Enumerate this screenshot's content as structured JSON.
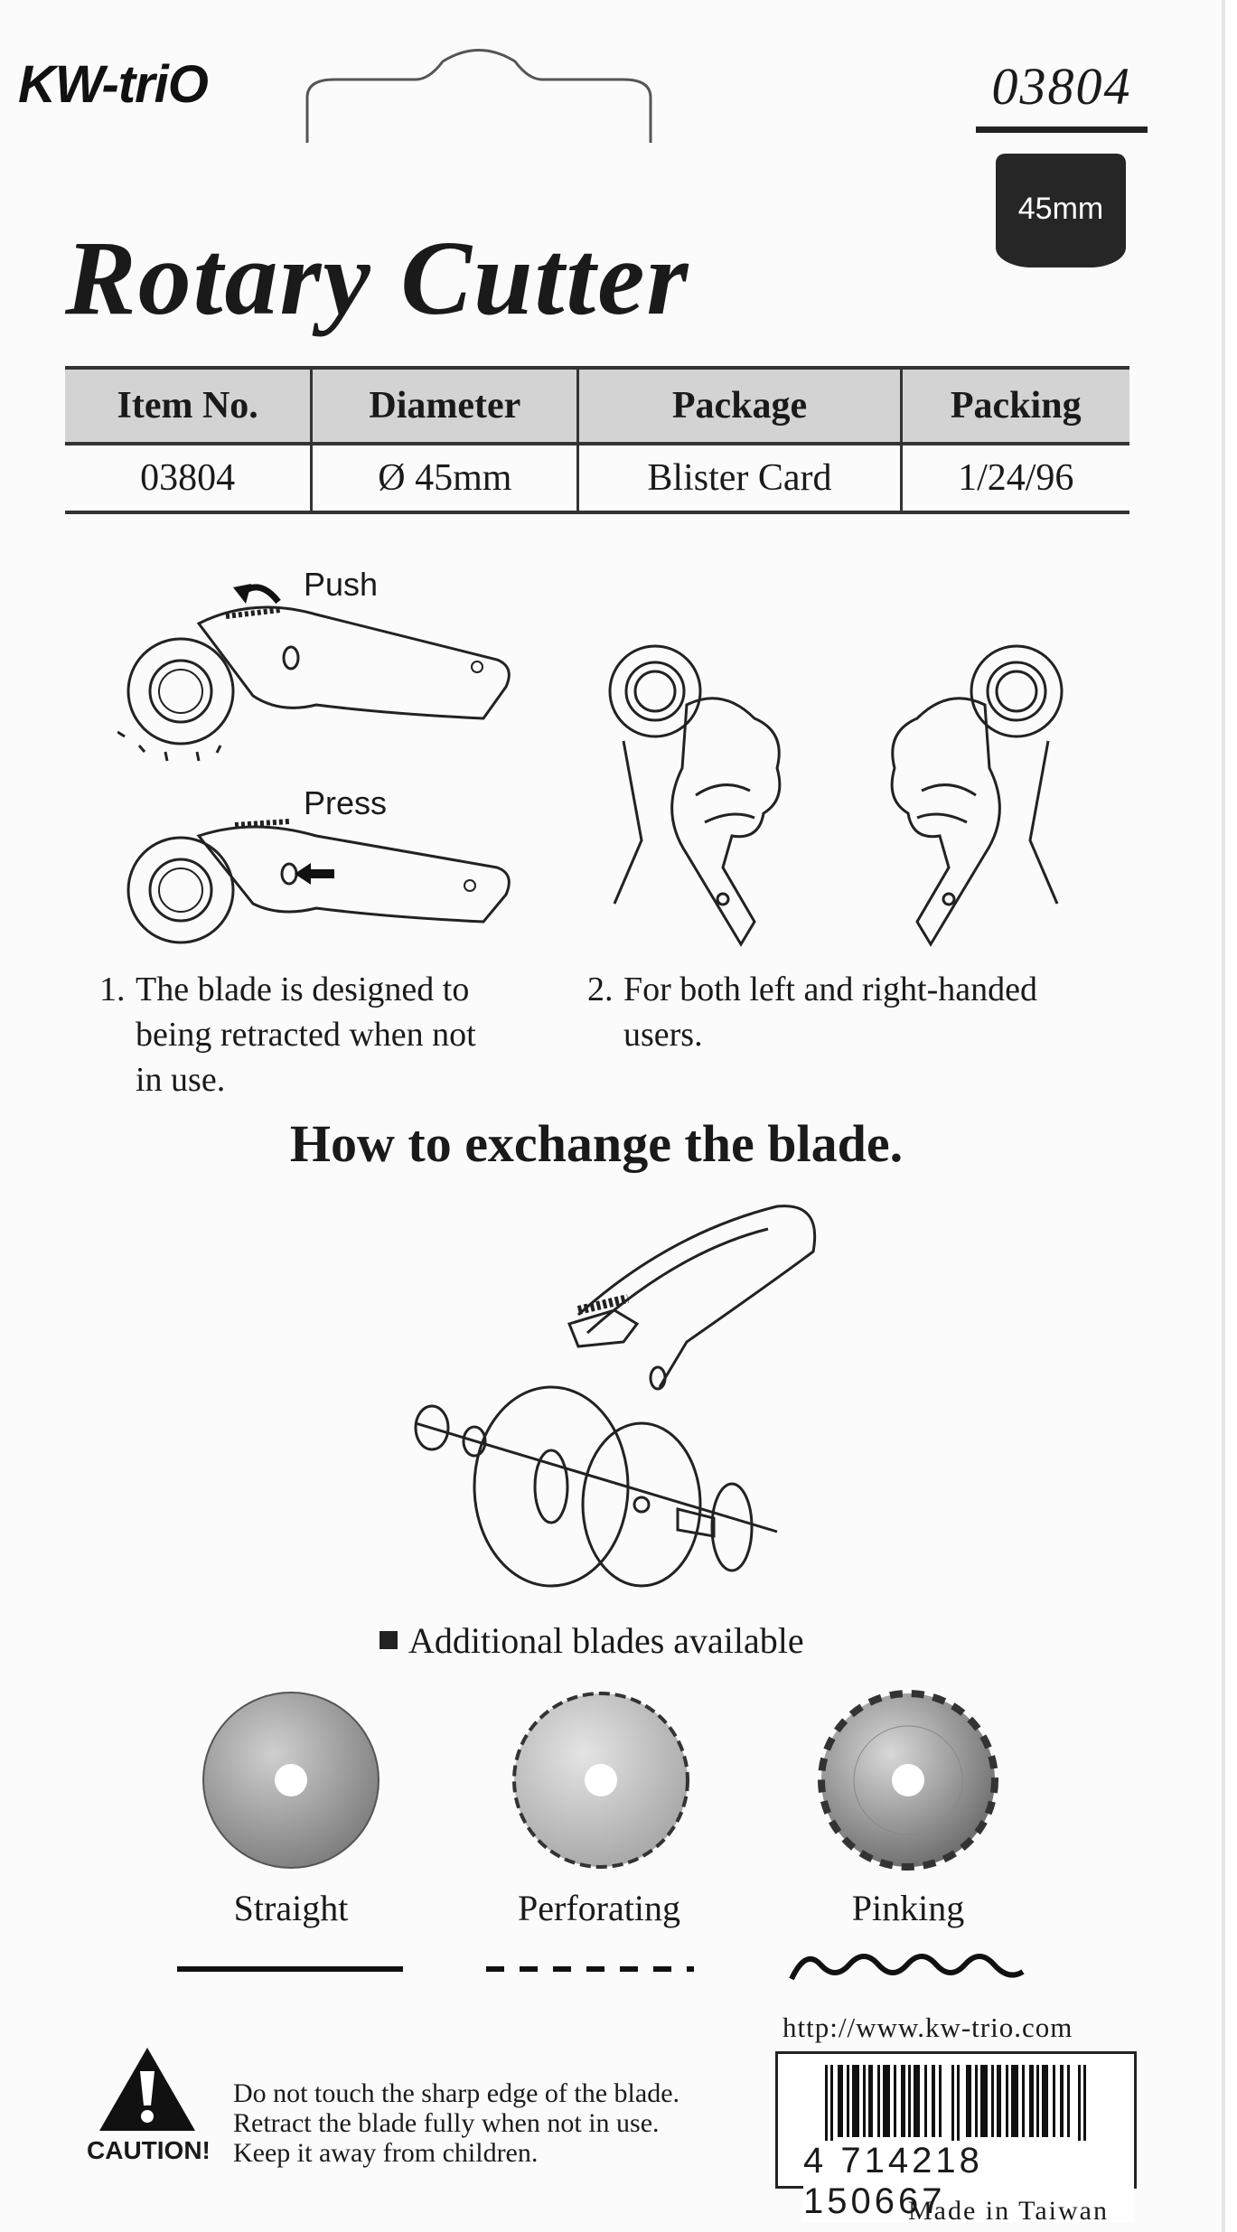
{
  "brand": {
    "logo": "KW-triO"
  },
  "product": {
    "code": "03804",
    "size_tag": "45mm",
    "title": "Rotary Cutter"
  },
  "spec_table": {
    "headers": [
      "Item No.",
      "Diameter",
      "Package",
      "Packing"
    ],
    "row": [
      "03804",
      "Ø 45mm",
      "Blister Card",
      "1/24/96"
    ]
  },
  "instructions": {
    "push_label": "Push",
    "press_label": "Press",
    "step1": {
      "number": "1.",
      "lines": [
        "The blade is designed to",
        "being retracted when not",
        "in use."
      ]
    },
    "step2": {
      "number": "2.",
      "lines": [
        "For both left and right-handed",
        "users."
      ]
    }
  },
  "exchange_heading": "How to exchange the blade.",
  "blades": {
    "heading": "Additional blades available",
    "items": [
      {
        "label": "Straight",
        "edge": "solid-line"
      },
      {
        "label": "Perforating",
        "edge": "dashed-line"
      },
      {
        "label": "Pinking",
        "edge": "wave-line"
      }
    ]
  },
  "footer": {
    "url": "http://www.kw-trio.com",
    "barcode_number": "4 714218 150667",
    "made_in": "Made in Taiwan",
    "caution_label": "CAUTION!",
    "warnings": [
      "Do not touch the sharp edge of the blade.",
      "Retract the blade fully when not in use.",
      "Keep it away from children."
    ]
  },
  "colors": {
    "ink": "#1a1a1a",
    "table_header": "#d3d3d3",
    "tag_bg": "#262626",
    "card_bg": "#fbfbfb"
  },
  "icons": [
    "push-arrow-icon",
    "press-arrow-icon",
    "caution-triangle-icon",
    "barcode-icon"
  ]
}
